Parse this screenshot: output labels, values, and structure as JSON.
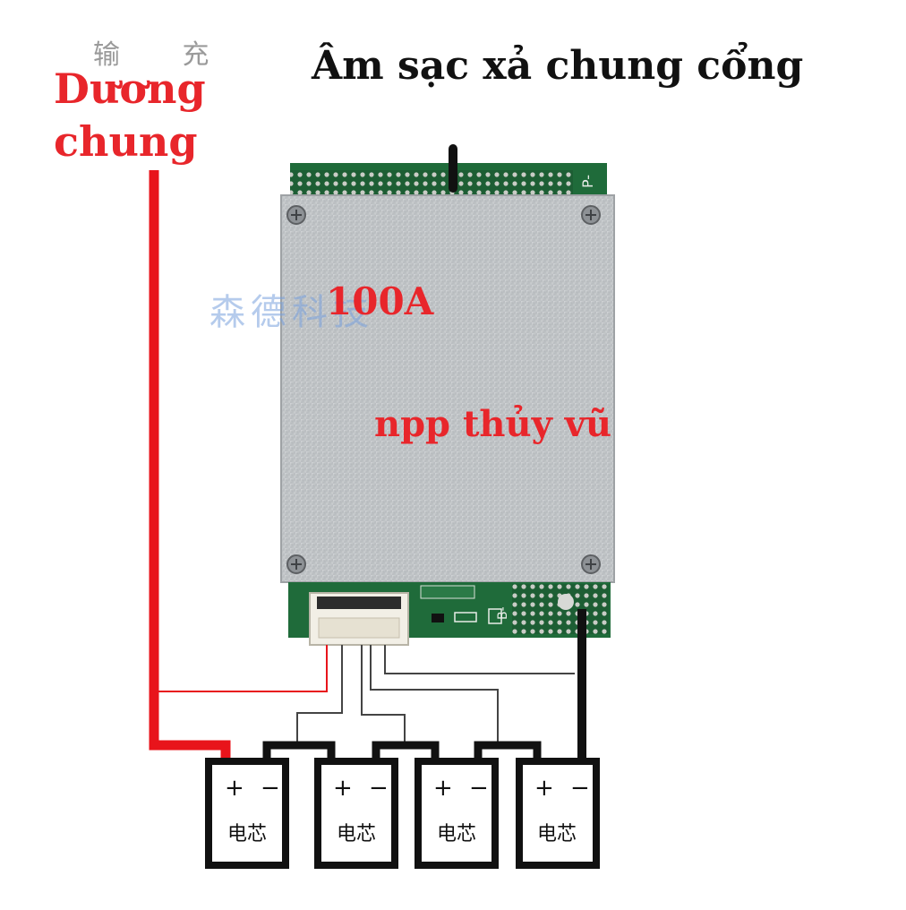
{
  "labels": {
    "positive_common": [
      "Dương",
      "chung"
    ],
    "negative_common_port": "Âm sạc xả chung cổng",
    "current_rating": "100A",
    "distributor": "npp thủy vũ",
    "watermark": "森德科技",
    "top_faded_text": "输 充"
  },
  "board": {
    "pad_top": "P-",
    "pad_bottom": "B-"
  },
  "cells": [
    {
      "plus": "+",
      "minus": "−",
      "label": "电芯"
    },
    {
      "plus": "+",
      "minus": "−",
      "label": "电芯"
    },
    {
      "plus": "+",
      "minus": "−",
      "label": "电芯"
    },
    {
      "plus": "+",
      "minus": "−",
      "label": "电芯"
    }
  ],
  "colors": {
    "positive_wire": "#e8141b",
    "negative_wire": "#111111",
    "pcb_green": "#1f6b3a",
    "heatsink": "#bfc3c6",
    "label_red": "#e8262b"
  }
}
